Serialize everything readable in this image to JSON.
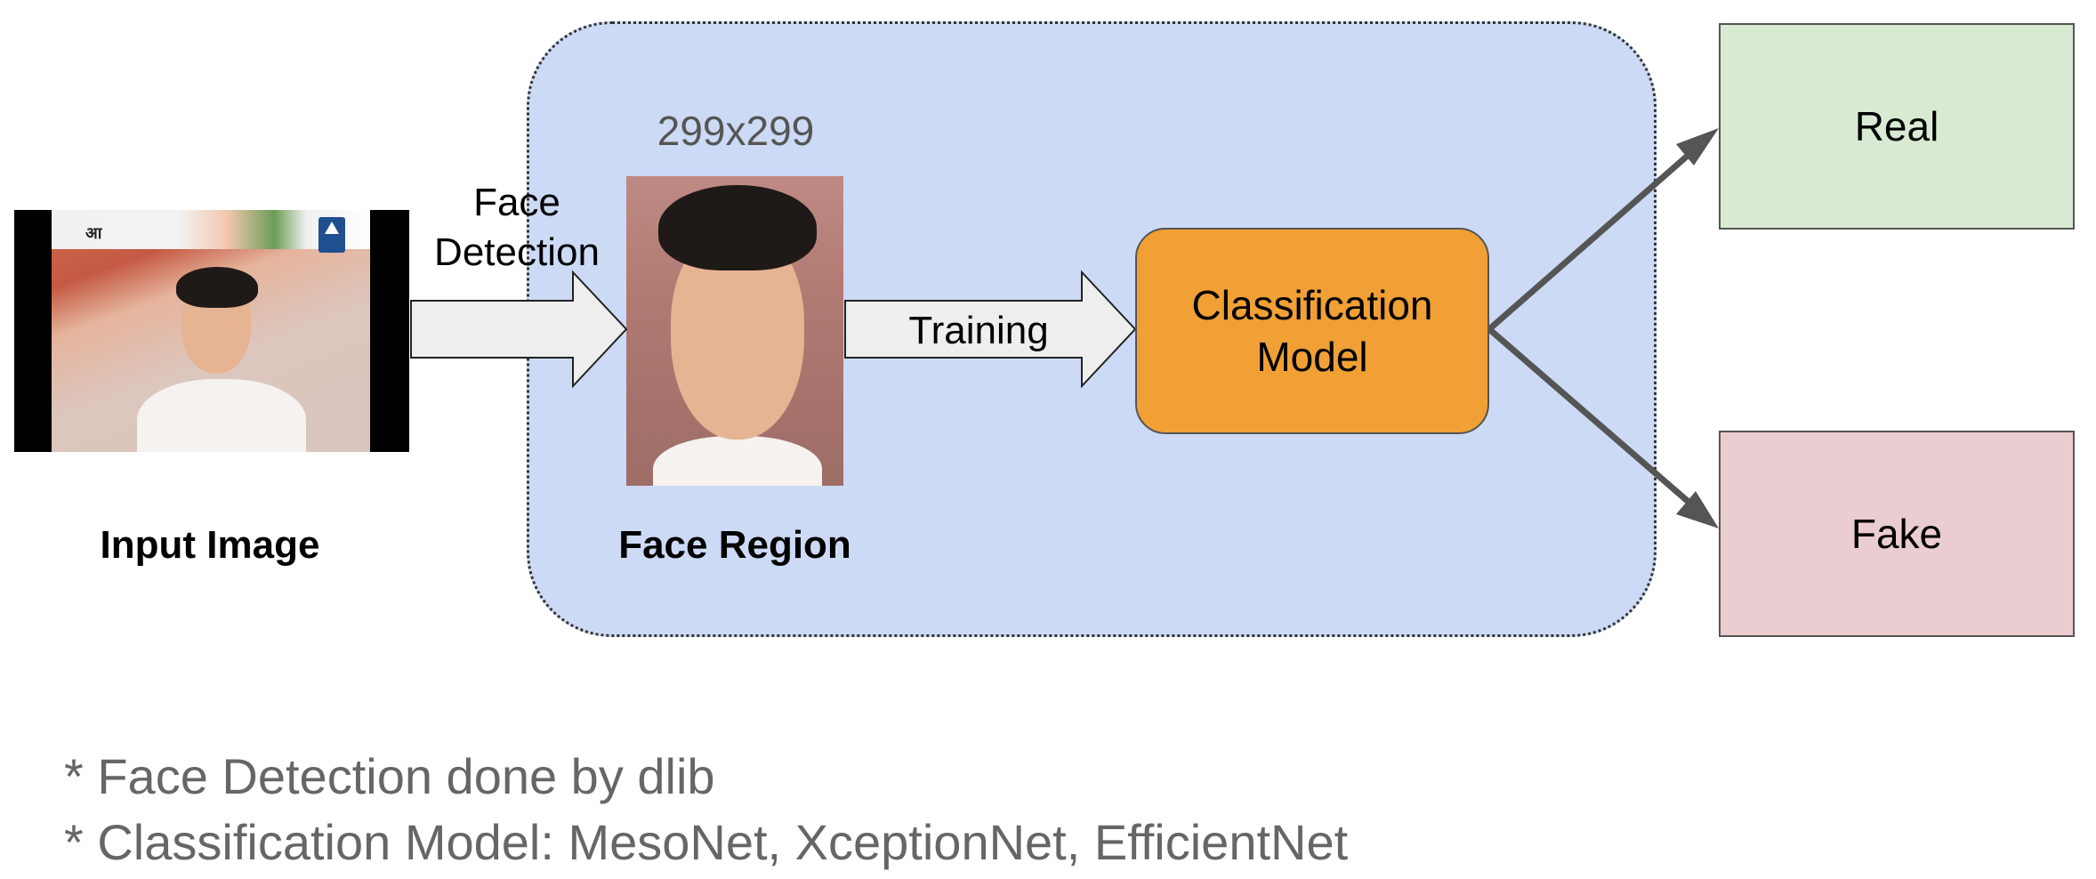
{
  "colors": {
    "pipeline_bg": "#cddaf5",
    "model_bg": "#f0a035",
    "real_bg": "#d9ead3",
    "fake_bg": "#eacdd0",
    "arrow_fill": "#eeeeee",
    "connector": "#555555"
  },
  "input": {
    "caption": "Input Image",
    "banner_glyph": "आ"
  },
  "face_region": {
    "caption": "Face Region",
    "size_label": "299x299"
  },
  "arrows": {
    "detect_label_line1": "Face",
    "detect_label_line2": "Detection",
    "train_label": "Training"
  },
  "model": {
    "line1": "Classification",
    "line2": "Model"
  },
  "outputs": {
    "real": "Real",
    "fake": "Fake"
  },
  "notes": [
    "* Face Detection done by dlib",
    "* Classification Model: MesoNet, XceptionNet, EfficientNet"
  ]
}
